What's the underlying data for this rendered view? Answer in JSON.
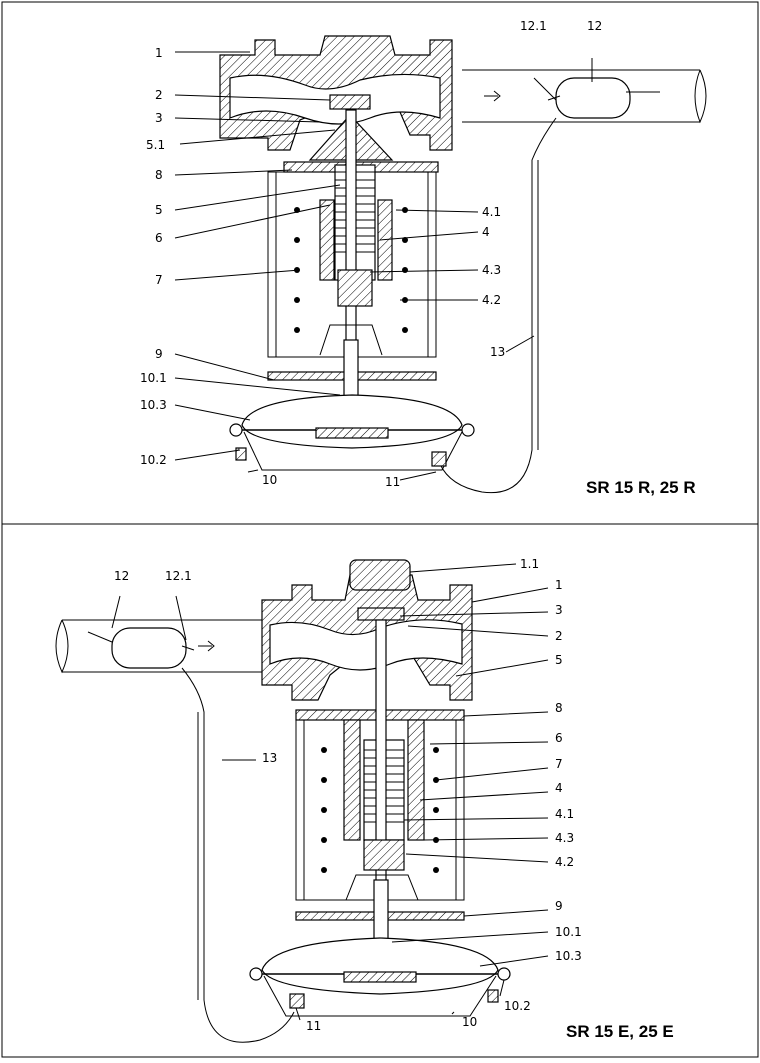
{
  "title_r": "SR 15 R, 25 R",
  "title_e": "SR 15 E, 25 E",
  "labels_r": [
    "1",
    "2",
    "3",
    "5.1",
    "8",
    "5",
    "6",
    "7",
    "9",
    "10.1",
    "10.3",
    "10.2",
    "10",
    "11",
    "4.1",
    "4",
    "4.3",
    "4.2",
    "13",
    "12.1",
    "12"
  ],
  "labels_e": [
    "1.1",
    "1",
    "3",
    "2",
    "5",
    "8",
    "6",
    "7",
    "4",
    "4.1",
    "4.3",
    "4.2",
    "9",
    "10.1",
    "10.3",
    "10.2",
    "10",
    "11",
    "12",
    "12.1",
    "13"
  ]
}
